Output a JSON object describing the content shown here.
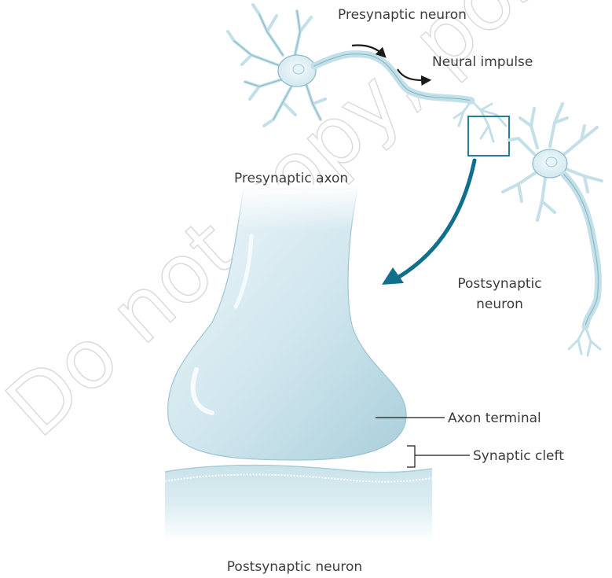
{
  "labels": {
    "presynaptic_neuron": "Presynaptic neuron",
    "neural_impulse": "Neural impulse",
    "presynaptic_axon": "Presynaptic axon",
    "postsynaptic_neuron_top_line1": "Postsynaptic",
    "postsynaptic_neuron_top_line2": "neuron",
    "axon_terminal": "Axon terminal",
    "synaptic_cleft": "Synaptic cleft",
    "postsynaptic_neuron_bottom": "Postsynaptic neuron"
  },
  "watermark": "Do not copy, post",
  "colors": {
    "neuron_fill": "#d9edf3",
    "neuron_stroke": "#8dbccb",
    "accent_arrow": "#0f6f8c",
    "impulse_arrow": "#1a1a1a",
    "label_text": "#3c3c3c",
    "watermark": "#d9d9d9"
  }
}
